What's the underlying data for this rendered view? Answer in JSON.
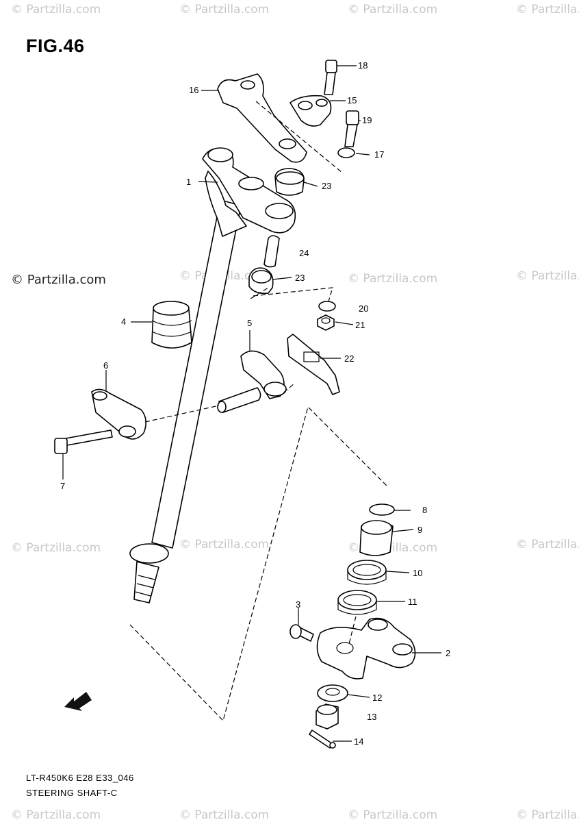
{
  "figure_title": "FIG.46",
  "diagram_code": "LT-R450K6 E28 E33_046",
  "diagram_name": "STEERING SHAFT-C",
  "watermark": "© Partzilla.com",
  "callouts": {
    "c1": "1",
    "c2": "2",
    "c3": "3",
    "c4": "4",
    "c5": "5",
    "c6": "6",
    "c7": "7",
    "c8": "8",
    "c9": "9",
    "c10": "10",
    "c11": "11",
    "c12": "12",
    "c13": "13",
    "c14": "14",
    "c15": "15",
    "c16": "16",
    "c17": "17",
    "c18": "18",
    "c19": "19",
    "c20": "20",
    "c21": "21",
    "c22": "22",
    "c23a": "23",
    "c23b": "23",
    "c24": "24"
  },
  "icons": {
    "front_arrow": "front-direction-arrow-icon"
  }
}
